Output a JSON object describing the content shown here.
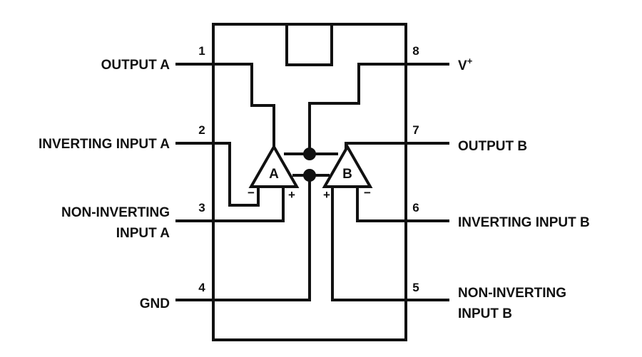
{
  "pins": [
    {
      "number": "1",
      "label_lines": [
        "OUTPUT A"
      ]
    },
    {
      "number": "2",
      "label_lines": [
        "INVERTING INPUT A"
      ]
    },
    {
      "number": "3",
      "label_lines": [
        "NON-INVERTING",
        "INPUT A"
      ]
    },
    {
      "number": "4",
      "label_lines": [
        "GND"
      ]
    },
    {
      "number": "5",
      "label_lines": [
        "NON-INVERTING",
        "INPUT B"
      ]
    },
    {
      "number": "6",
      "label_lines": [
        "INVERTING INPUT B"
      ]
    },
    {
      "number": "7",
      "label_lines": [
        "OUTPUT B"
      ]
    },
    {
      "number": "8",
      "label_lines": [
        "V",
        "+"
      ]
    }
  ],
  "amplifiers": [
    {
      "label": "A",
      "inverting_sign": "−",
      "noninverting_sign": "+"
    },
    {
      "label": "B",
      "inverting_sign": "−",
      "noninverting_sign": "+"
    }
  ]
}
